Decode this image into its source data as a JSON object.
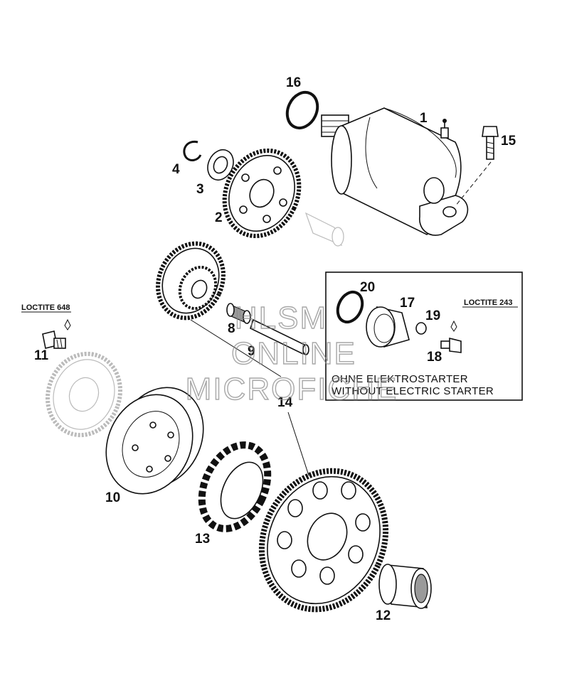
{
  "callouts": {
    "p1": "1",
    "p2": "2",
    "p3": "3",
    "p4": "4",
    "p8": "8",
    "p9": "9",
    "p10": "10",
    "p11": "11",
    "p12": "12",
    "p13": "13",
    "p14": "14",
    "p15": "15",
    "p16": "16",
    "p17": "17",
    "p18": "18",
    "p19": "19",
    "p20": "20"
  },
  "notes": {
    "loctite_left": "LOCTITE 648",
    "loctite_right": "LOCTITE 243"
  },
  "inset_box": {
    "line1": "OHNE ELEKTROSTARTER",
    "line2": "WITHOUT ELECTRIC STARTER"
  },
  "watermark": {
    "line1": "HLSM",
    "line2": "ONLINE",
    "line3": "MICROFICHE"
  }
}
